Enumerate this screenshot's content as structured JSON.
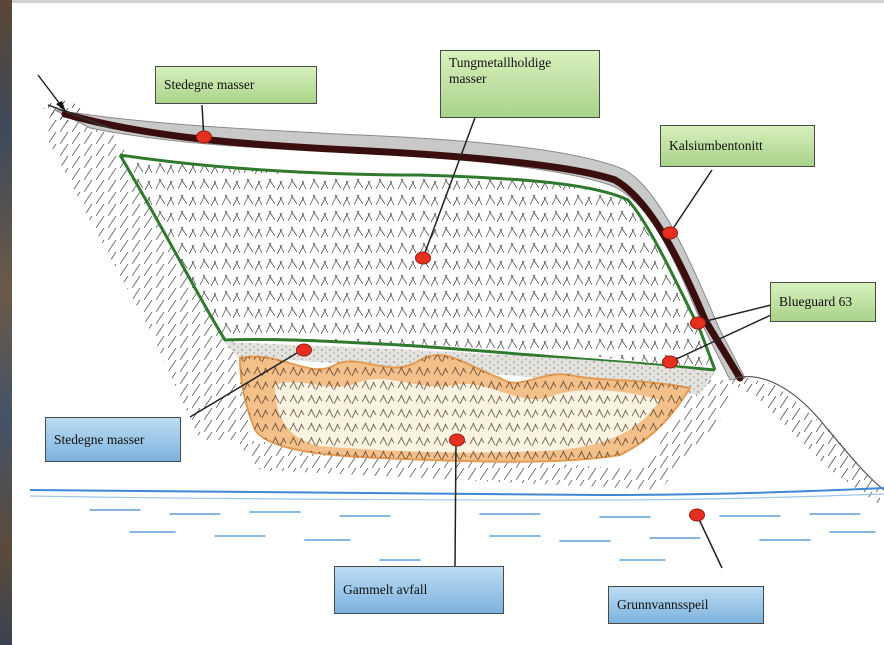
{
  "labels": {
    "stedegne_top": "Stedegne masser",
    "tungmetall": "Tungmetallholdige masser",
    "kalsium": "Kalsiumbentonitt",
    "blueguard": "Blueguard 63",
    "stedegne_bottom": "Stedegne masser",
    "gammelt": "Gammelt avfall",
    "grunnvann": "Grunnvannsspeil"
  },
  "colors": {
    "callout_green": "#b9e09a",
    "callout_blue": "#8fc0e6",
    "marker_red": "#e53020",
    "membrane_dark": "#3a0e0e",
    "membrane_green": "#2f7a2f",
    "old_waste_orange": "#f1b77c",
    "water_blue": "#3f88d6"
  }
}
